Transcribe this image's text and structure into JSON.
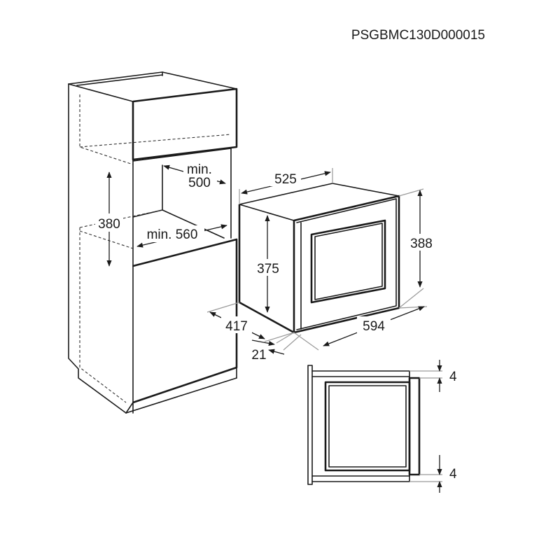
{
  "diagram": {
    "code": "PSGBMC130D000015",
    "dimensions": {
      "niche_depth_min_top": "min.",
      "niche_depth_min_bottom": "500",
      "niche_width_min": "min. 560",
      "niche_height": "380",
      "appliance_depth": "525",
      "appliance_height_front": "388",
      "appliance_height_body": "375",
      "appliance_width": "594",
      "appliance_body_depth": "417",
      "front_overhang": "21",
      "top_gap": "4",
      "bottom_gap": "4"
    }
  },
  "colors": {
    "line": "#1a1a1a",
    "background": "#ffffff"
  }
}
